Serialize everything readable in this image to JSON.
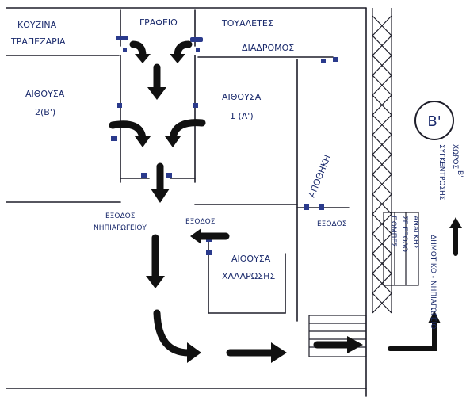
{
  "rooms": {
    "kitchen": [
      "ΚΟΥΖΙΝΑ",
      "ΤΡΑΠΕΖΑΡΙΑ"
    ],
    "office": "ΓΡΑΦΕΙΟ",
    "toilets": "ΤΟΥΑΛΕΤΕΣ",
    "corridor": "ΔΙΑΔΡΟΜΟΣ",
    "room2": [
      "ΑΙΘΟΥΣΑ",
      "2(Β')"
    ],
    "room1": [
      "ΑΙΘΟΥΣΑ",
      "1 (Α')"
    ],
    "storage": "ΑΠΟΘΗΚΗ",
    "relax_room": [
      "ΑΙΘΟΥΣΑ",
      "ΧΑΛΑΡΩΣΗΣ"
    ]
  },
  "exits": {
    "nursery_exit": [
      "ΕΞΟΔΟΣ",
      "ΝΗΠΙΑΓΩΓΕΙΟΥ"
    ],
    "relax_exit": "ΕΞΟΔΟΣ",
    "storage_exit": "ΕΞΟΔΟΣ"
  },
  "assembly": {
    "circle_label": "Β'",
    "vertical_text": [
      "ΧΩΡΟΣ",
      "ΣΥΓΚΕΝΤΡΩΣΗΣ",
      "Β'"
    ],
    "box_text": [
      "ΠΟΜΠΕΣ",
      "ΣΕ ΕΞΟΔΟ",
      "ΑΝΑΓΚΗΣ"
    ],
    "side_text": "ΔΗΜΟΤΙΚΟ - ΝΗΠΙΑΓΩΓΕΙΟ"
  }
}
